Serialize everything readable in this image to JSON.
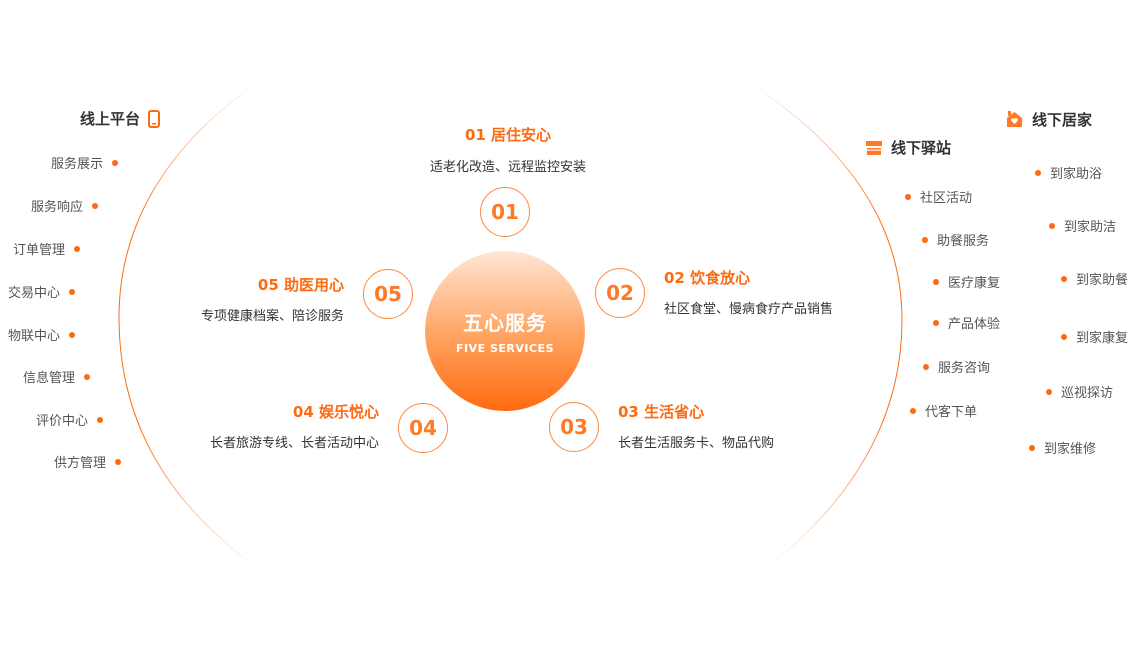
{
  "center": {
    "title": "五心服务",
    "subtitle": "FIVE SERVICES"
  },
  "online": {
    "title": "线上平台",
    "icon": "phone-icon",
    "items": [
      "服务展示",
      "服务响应",
      "订单管理",
      "交易中心",
      "物联中心",
      "信息管理",
      "评价中心",
      "供方管理"
    ]
  },
  "station": {
    "title": "线下驿站",
    "icon": "store-icon",
    "items": [
      "社区活动",
      "助餐服务",
      "医疗康复",
      "产品体验",
      "服务咨询",
      "代客下单"
    ]
  },
  "home": {
    "title": "线下居家",
    "icon": "home-heart-icon",
    "items": [
      "到家助浴",
      "到家助洁",
      "到家助餐",
      "到家康复",
      "巡视探访",
      "到家维修"
    ]
  },
  "services": [
    {
      "num": "01",
      "title": "01  居住安心",
      "desc": "适老化改造、远程监控安装"
    },
    {
      "num": "02",
      "title": "02  饮食放心",
      "desc": "社区食堂、慢病食疗产品销售"
    },
    {
      "num": "03",
      "title": "03  生活省心",
      "desc": "长者生活服务卡、物品代购"
    },
    {
      "num": "04",
      "title": "04  娱乐悦心",
      "desc": "长者旅游专线、长者活动中心"
    },
    {
      "num": "05",
      "title": "05  助医用心",
      "desc": "专项健康档案、陪诊服务"
    }
  ],
  "colors": {
    "accent": "#ff6a10"
  }
}
